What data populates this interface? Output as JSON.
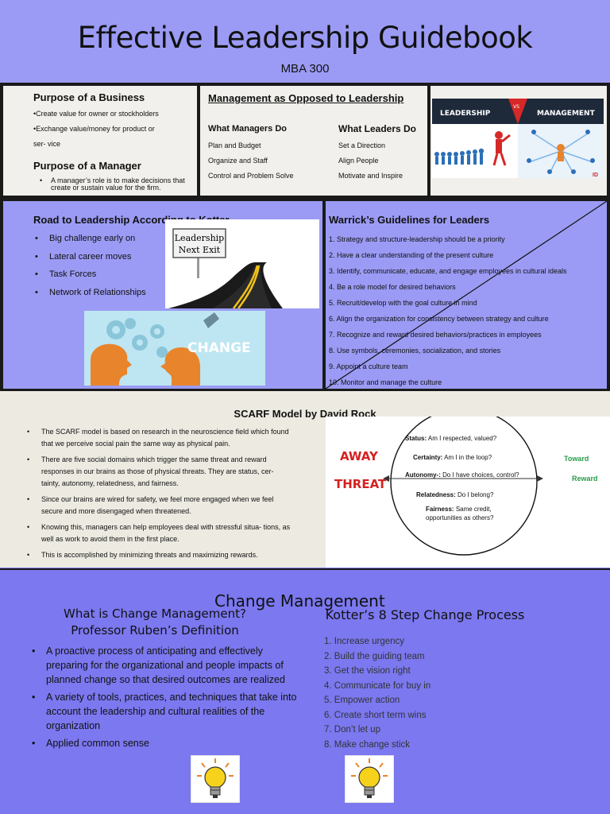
{
  "header": {
    "title": "Effective Leadership Guidebook",
    "subtitle": "MBA 300"
  },
  "business": {
    "title": "Purpose of a Business",
    "items": [
      "•Create value for owner or stockholders",
      "•Exchange value/money for product or",
      "ser- vice"
    ],
    "manager_title": "Purpose of a Manager",
    "manager_items": [
      "A manager’s role is to make decisions that create or sustain value for the firm."
    ]
  },
  "management": {
    "title": "Management as Opposed to Leadership",
    "managers_title": "What Managers Do",
    "managers": [
      "Plan and Budget",
      "Organize and Staff",
      "Control and Problem Solve"
    ],
    "leaders_title": "What Leaders Do",
    "leaders": [
      "Set a Direction",
      "Align People",
      "Motivate and Inspire"
    ]
  },
  "lm_image": {
    "left": "LEADERSHIP",
    "vs": "VS",
    "right": "MANAGEMENT",
    "tag": "ID"
  },
  "kotter_road": {
    "title": "Road to Leadership According to Kotter",
    "items": [
      "Big challenge early on",
      "Lateral career moves",
      "Task Forces",
      "Network of Relationships"
    ],
    "sign": [
      "Leadership",
      "Next Exit"
    ],
    "change_word": "CHANGE"
  },
  "warrick": {
    "title": "Warrick’s Guidelines for Leaders",
    "items": [
      "1. Strategy and structure-leadership should be a priority",
      "2. Have a clear understanding of the present culture",
      "3. Identify, communicate, educate, and engage employees in cultural ideals",
      "4. Be a role model for desired behaviors",
      "5. Recruit/develop with the goal culture in mind",
      "6. Align the organization for consistency between strategy and culture",
      "7. Recognize and reward desired behaviors/practices in employees",
      "8. Use symbols, ceremonies, socialization, and stories",
      "9. Appoint a culture team",
      "10. Monitor and manage the culture"
    ]
  },
  "scarf": {
    "title": "SCARF Model by David Rock",
    "paragraphs": [
      "The SCARF model is based on research in the neuroscience field which found that we perceive social pain the same way as physical pain.",
      "There are five social domains which trigger the same threat and reward responses in our brains as those of physical threats. They are status, cer- tainty, autonomy, relatedness, and fairness.",
      "Since our brains are wired for safety, we feel more engaged when we feel secure and more disengaged when threatened.",
      "Knowing this, managers can help employees deal with stressful situa- tions, as well as work to avoid them in the first place.",
      "This is accomplished by minimizing threats and maximizing rewards."
    ],
    "diagram": {
      "away": "AWAY",
      "threat": "THREAT",
      "toward": "Toward",
      "reward": "Reward",
      "status_label": "Status:",
      "status_q": "Am I respected, valued?",
      "certainty_label": "Certainty:",
      "certainty_q": "Am I in the loop?",
      "autonomy_label": "Autonomy-:",
      "autonomy_q": "Do I have choices, control?",
      "relatedness_label": "Relatedness:",
      "relatedness_q": "Do I belong?",
      "fairness_label": "Fairness:",
      "fairness_q1": "Same credit,",
      "fairness_q2": "opportunities as others?"
    }
  },
  "change": {
    "title": "Change Management",
    "left_title1": "What is Change Management?",
    "left_title2": "Professor Ruben’s Definition",
    "items": [
      "A proactive process of anticipating and effectively preparing for the organizational and people impacts of planned change so that desired outcomes are realized",
      "A variety of tools, practices, and techniques that take into account the leadership and cultural realities of the organization",
      "Applied common sense"
    ],
    "right_title": "Kotter’s 8 Step Change Process",
    "steps": [
      "Increase urgency",
      "Build the guiding team",
      "Get the vision right",
      "Communicate for buy in",
      "Empower action",
      "Create short term wins",
      "Don’t let up",
      "Make change stick"
    ]
  },
  "colors": {
    "header": "#9b9bf5",
    "band": "#7b78f0",
    "away": "#d42020",
    "toward": "#2a9a4a"
  }
}
